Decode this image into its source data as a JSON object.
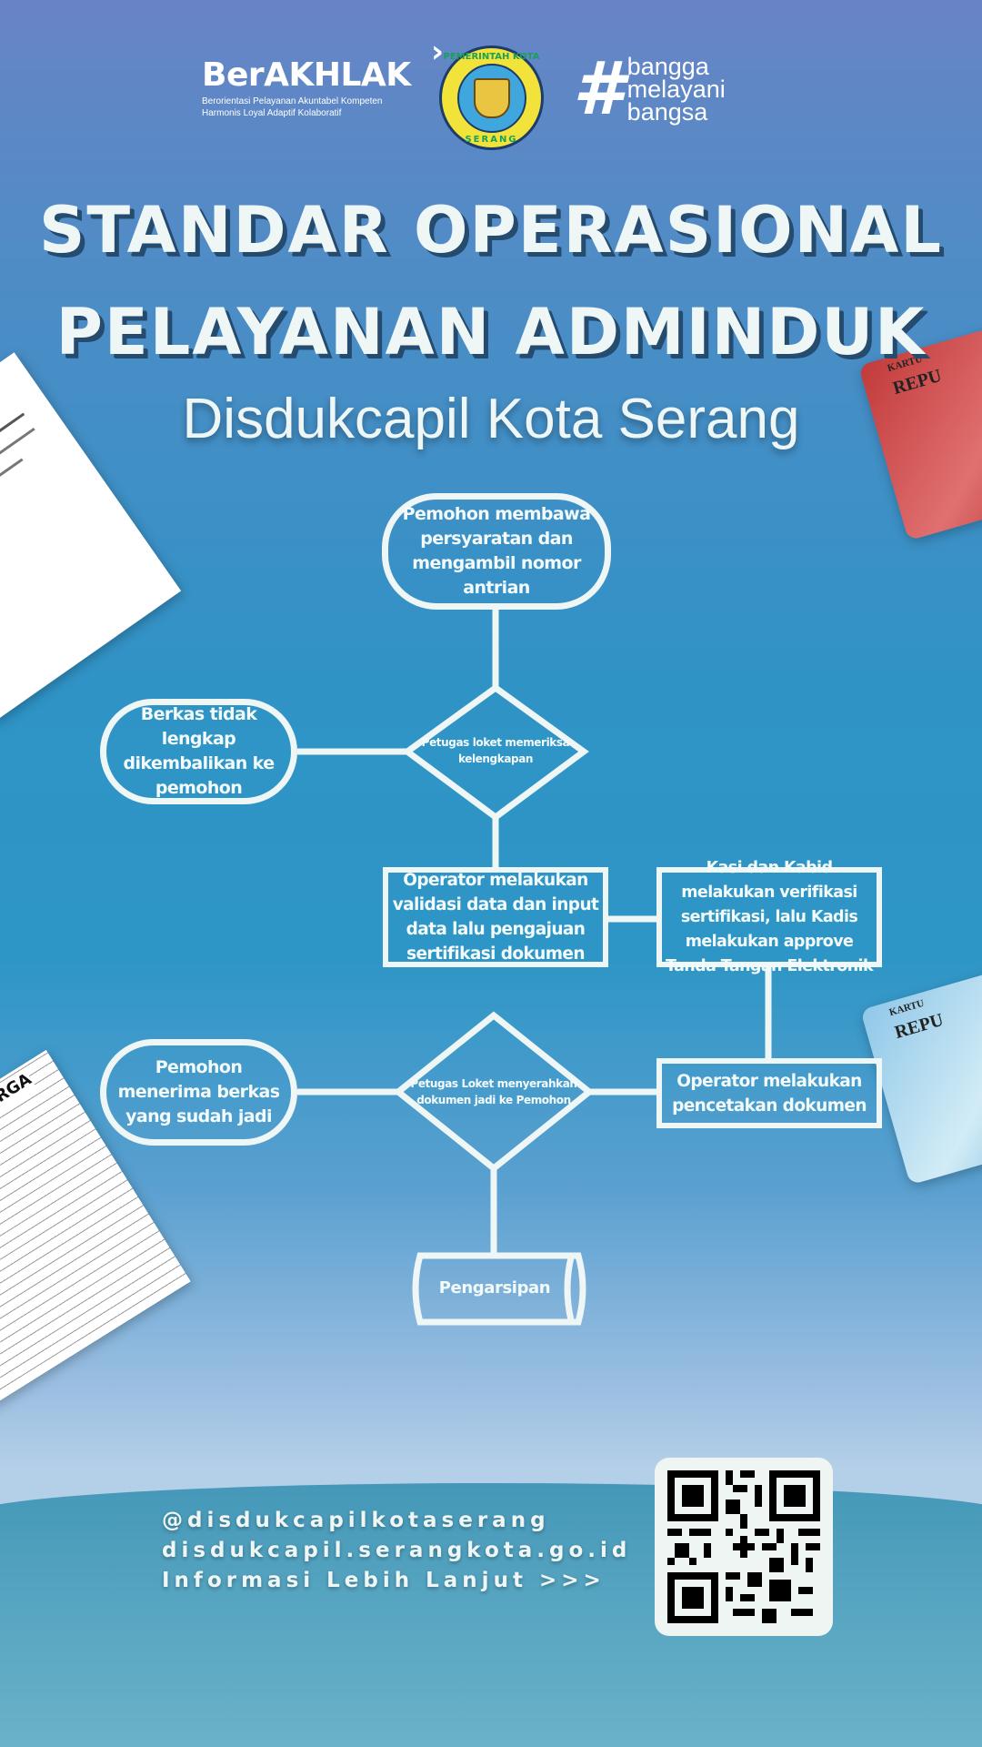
{
  "header": {
    "berakhlak": {
      "name": "BerAKHLAK",
      "tagline_1": "Berorientasi Pelayanan Akuntabel Kompeten",
      "tagline_2": "Harmonis Loyal Adaptif Kolaboratif"
    },
    "emblem": {
      "top": "PEMERINTAH KOTA",
      "bottom": "SERANG"
    },
    "bangga": {
      "hash": "#",
      "line_1": "bangga",
      "line_2": "melayani",
      "line_3": "bangsa"
    }
  },
  "title": {
    "line_1": "STANDAR OPERASIONAL",
    "line_2": "PELAYANAN ADMINDUK",
    "subtitle": "Disdukcapil Kota Serang"
  },
  "flow": {
    "start": "Pemohon membawa persyaratan dan mengambil nomor antrian",
    "check": "Petugas loket memeriksa kelengkapan",
    "incomplete": "Berkas tidak lengkap dikembalikan ke pemohon",
    "validate": "Operator melakukan validasi data dan input data lalu pengajuan sertifikasi dokumen",
    "verify": "Kasi dan Kabid melakukan verifikasi sertifikasi, lalu Kadis melakukan approve Tanda Tangan Elektronik",
    "print": "Operator melakukan pencetakan dokumen",
    "handover": "Petugas Loket menyerahkan dokumen jadi ke Pemohon",
    "receive": "Pemohon menerima berkas yang sudah jadi",
    "archive": "Pengarsipan"
  },
  "decor": {
    "kk_label": "U KELUARGA",
    "ktp_label_1": "KARTU",
    "ktp_label_2": "REPU"
  },
  "footer": {
    "instagram": "@disdukcapilkotaserang",
    "website": "disdukcapil.serangkota.go.id",
    "more": "Informasi Lebih Lanjut >>>"
  },
  "colors": {
    "line": "#eef6f6",
    "title_shadow": "#254b6e"
  }
}
